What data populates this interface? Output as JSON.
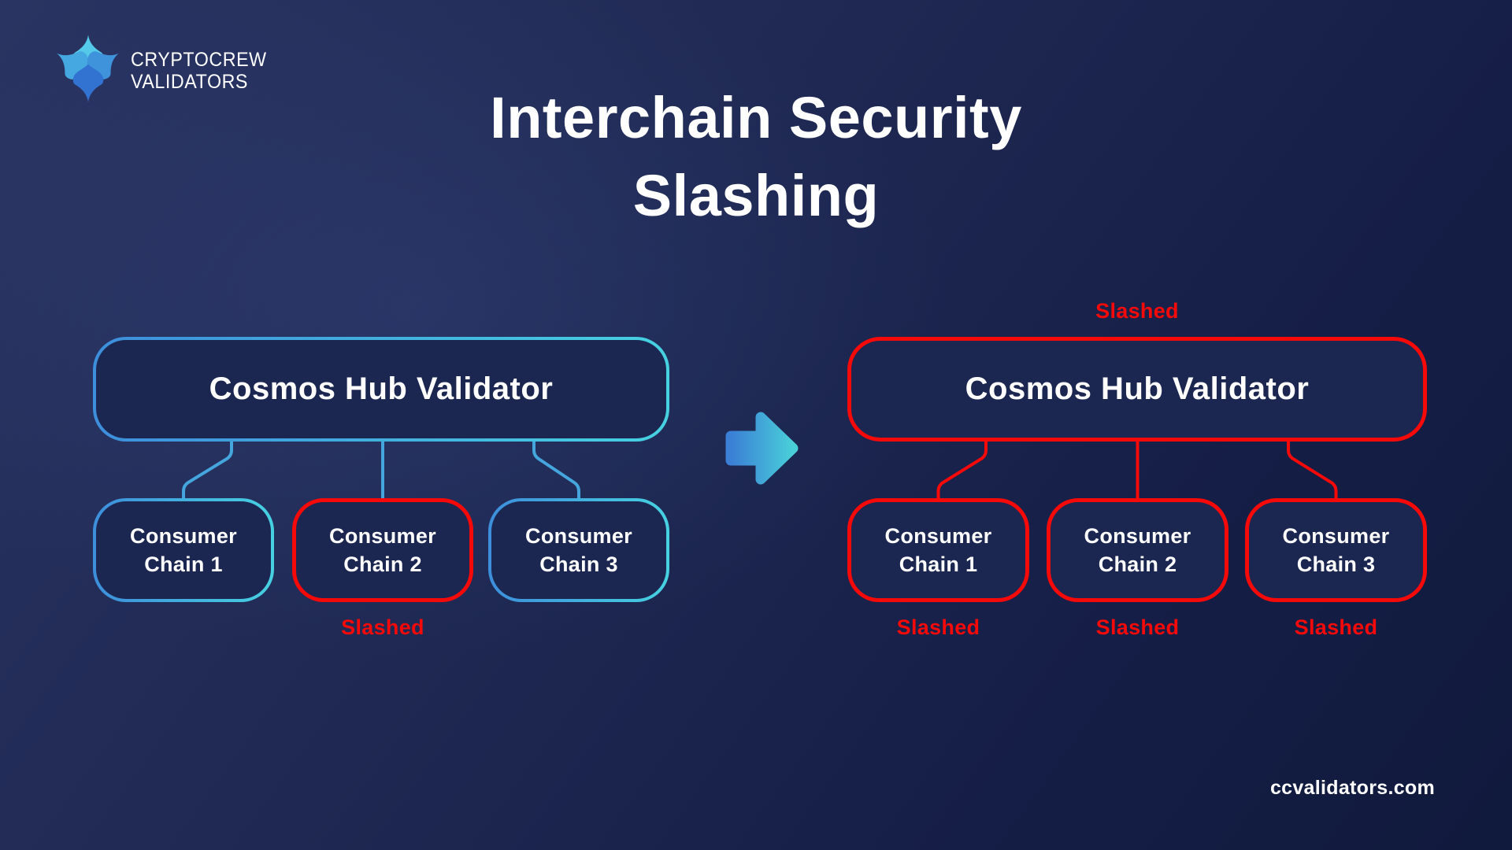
{
  "logo": {
    "line1": "CRYPTOCREW",
    "line2": "VALIDATORS"
  },
  "title": {
    "line1": "Interchain Security",
    "line2": "Slashing"
  },
  "left_diagram": {
    "validator": {
      "label": "Cosmos Hub Validator",
      "slashed": false
    },
    "chains": [
      {
        "line1": "Consumer",
        "line2": "Chain 1",
        "slashed": false
      },
      {
        "line1": "Consumer",
        "line2": "Chain 2",
        "slashed": true,
        "slashed_label": "Slashed"
      },
      {
        "line1": "Consumer",
        "line2": "Chain 3",
        "slashed": false
      }
    ]
  },
  "right_diagram": {
    "validator": {
      "label": "Cosmos Hub Validator",
      "slashed": true,
      "slashed_label": "Slashed"
    },
    "chains": [
      {
        "line1": "Consumer",
        "line2": "Chain 1",
        "slashed": true,
        "slashed_label": "Slashed"
      },
      {
        "line1": "Consumer",
        "line2": "Chain 2",
        "slashed": true,
        "slashed_label": "Slashed"
      },
      {
        "line1": "Consumer",
        "line2": "Chain 3",
        "slashed": true,
        "slashed_label": "Slashed"
      }
    ]
  },
  "footer": {
    "url": "ccvalidators.com"
  },
  "icons": {
    "arrow": "right-arrow-icon",
    "logo": "cryptocrew-flower-logo"
  },
  "colors": {
    "background_light_navy": "#2a3462",
    "background_dark_navy": "#101a3c",
    "box_fill_navy": "#1c2751",
    "accent_blue": "#3d8edb",
    "accent_cyan": "#46d1e1",
    "connector_blue": "#44a6dc",
    "slashed_red": "#f50909",
    "text_white": "#ffffff",
    "arrow_gradient_start": "#3b7fd6",
    "arrow_gradient_end": "#49cfd8",
    "logo_petal_top": "#55c9e9",
    "logo_petal_left": "#46a8e0",
    "logo_petal_right": "#3e93da",
    "logo_petal_bottom": "#3273d2"
  }
}
